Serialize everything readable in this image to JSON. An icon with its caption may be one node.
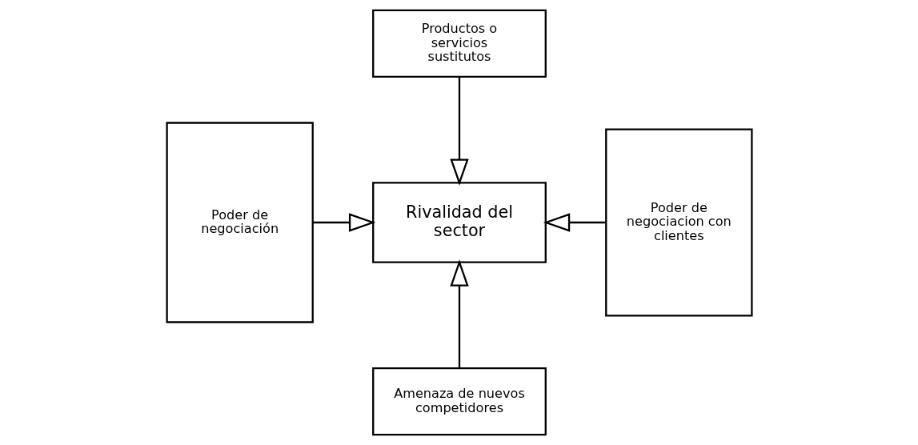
{
  "diagram": {
    "nodes": [
      {
        "text": [
          "Productos o servicios sustitutos"
        ]
      },
      {
        "text": [
          "Poder de negociación"
        ]
      },
      {
        "text": [
          "Rivalidad del sector"
        ]
      },
      {
        "text": [
          "Poder de negociacion con clientes"
        ]
      },
      {
        "text": [
          "Amenaza de nuevos competidores"
        ]
      }
    ],
    "edges": [
      {
        "from": 0,
        "to": 2,
        "arrow": "to"
      },
      {
        "from": 1,
        "to": 2,
        "arrow": "to"
      },
      {
        "from": 3,
        "to": 2,
        "arrow": "to"
      },
      {
        "from": 4,
        "to": 2,
        "arrow": "to"
      }
    ]
  }
}
